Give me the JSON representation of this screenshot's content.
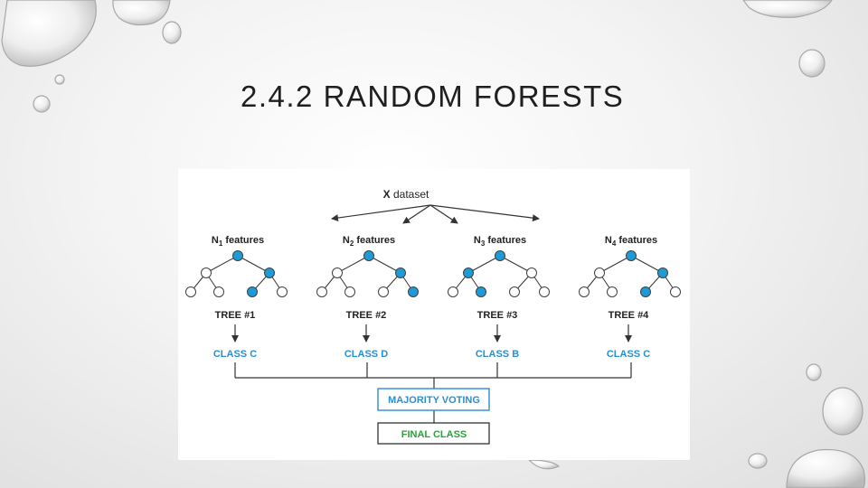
{
  "slide": {
    "title": "2.4.2 RANDOM FORESTS"
  },
  "diagram": {
    "dataset_label": "X dataset",
    "trees": [
      {
        "feature_letter": "N",
        "feature_sub": "1",
        "feature_rest": " features",
        "tree_label": "TREE #1",
        "class_label": "CLASS C"
      },
      {
        "feature_letter": "N",
        "feature_sub": "2",
        "feature_rest": " features",
        "tree_label": "TREE #2",
        "class_label": "CLASS D"
      },
      {
        "feature_letter": "N",
        "feature_sub": "3",
        "feature_rest": " features",
        "tree_label": "TREE #3",
        "class_label": "CLASS B"
      },
      {
        "feature_letter": "N",
        "feature_sub": "4",
        "feature_rest": " features",
        "tree_label": "TREE #4",
        "class_label": "CLASS C"
      }
    ],
    "majority_label": "MAJORITY VOTING",
    "final_label": "FINAL CLASS"
  },
  "colors": {
    "node_fill_active": "#1d9bd6",
    "node_stroke": "#404040",
    "class_text": "#2a8fd1",
    "final_text": "#27a33a",
    "box_border": "#2a8fd1",
    "final_box_border": "#333333",
    "line": "#333333"
  }
}
